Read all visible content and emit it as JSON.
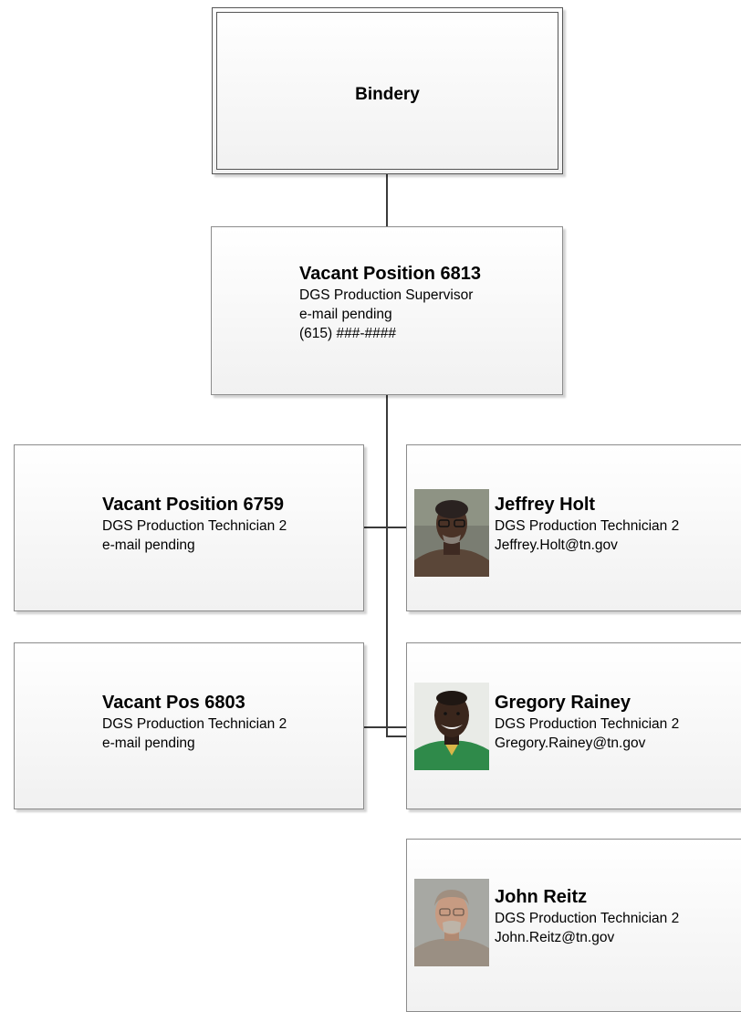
{
  "root": {
    "title": "Bindery"
  },
  "supervisor": {
    "name": "Vacant Position 6813",
    "title": "DGS Production Supervisor",
    "email": "e-mail pending",
    "phone": "(615) ###-####"
  },
  "left_nodes": [
    {
      "name": "Vacant Position 6759",
      "title": "DGS Production Technician 2",
      "email": "e-mail pending"
    },
    {
      "name": "Vacant Pos 6803",
      "title": "DGS Production Technician 2",
      "email": "e-mail pending"
    }
  ],
  "right_nodes": [
    {
      "name": "Jeffrey Holt",
      "title": "DGS Production Technician 2",
      "email": "Jeffrey.Holt@tn.gov"
    },
    {
      "name": "Gregory Rainey",
      "title": "DGS Production Technician 2",
      "email": "Gregory.Rainey@tn.gov"
    },
    {
      "name": "John Reitz",
      "title": "DGS Production Technician 2",
      "email": "John.Reitz@tn.gov"
    }
  ]
}
